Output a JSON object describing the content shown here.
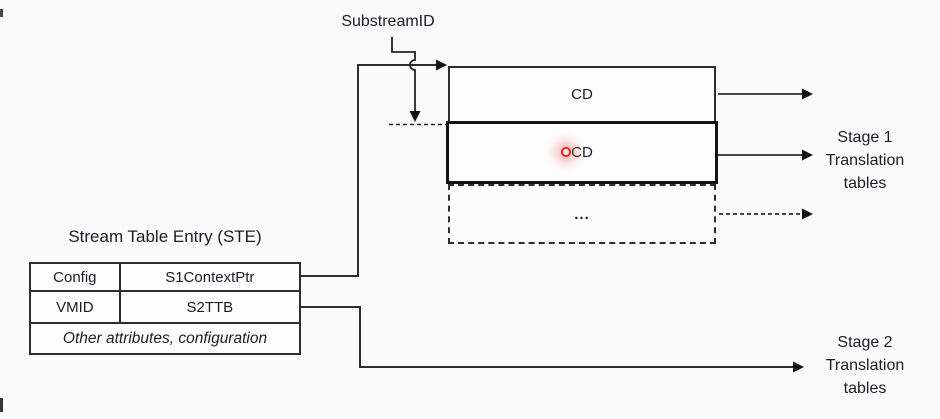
{
  "labels": {
    "substream_id": "SubstreamID",
    "ste_title": "Stream Table Entry (STE)",
    "stage1": "Stage 1\nTranslation\ntables",
    "stage2": "Stage 2\nTranslation\ntables"
  },
  "cd_table": {
    "rows": [
      {
        "label": "CD",
        "style": "solid"
      },
      {
        "label": "CD",
        "style": "selected-thick",
        "has_cursor_highlight": true
      },
      {
        "label": "...",
        "style": "dashed"
      }
    ]
  },
  "ste_table": {
    "rows": [
      [
        "Config",
        "S1ContextPtr"
      ],
      [
        "VMID",
        "S2TTB"
      ]
    ],
    "footer": "Other attributes, configuration"
  },
  "icons": {
    "cursor_highlight": "red-dot-click-indicator"
  },
  "colors": {
    "background": "#fafafa",
    "line": "#2e2e2e",
    "thick_box": "#141414",
    "text": "#1c1c26",
    "cursor_red": "#e4211c"
  }
}
